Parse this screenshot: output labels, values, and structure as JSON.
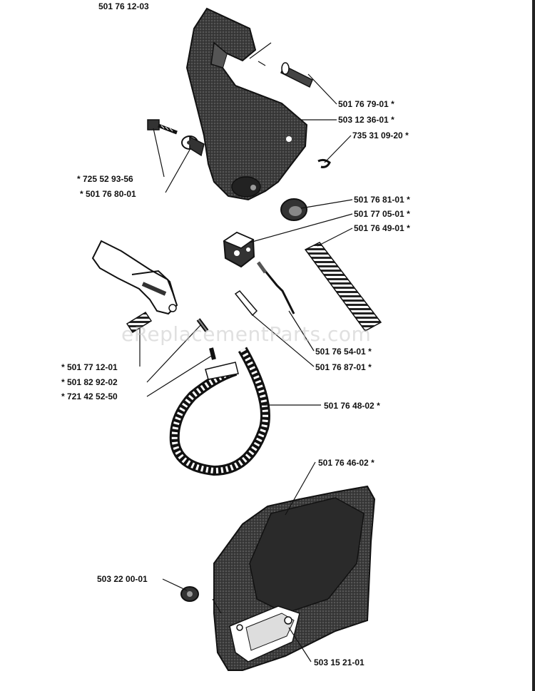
{
  "diagram": {
    "header_part": "501 76 12-03",
    "watermark": "eReplacementParts.com",
    "labels": {
      "p_501767901": "501 76 79-01  *",
      "p_503123601": "503 12 36-01  *",
      "p_735310920": "735 31 09-20  *",
      "p_725529356": "*  725 52 93-56",
      "p_501768001": "*  501 76 80-01",
      "p_501768101": "501 76 81-01  *",
      "p_501770501": "501 77 05-01  *",
      "p_501764901": "501 76 49-01  *",
      "p_501771201": "*  501 77 12-01",
      "p_501829202": "*  501 82 92-02",
      "p_721425250": "*  721 42 52-50",
      "p_501765401": "501 76 54-01  *",
      "p_501768701": "501 76 87-01  *",
      "p_501764802": "501 76 48-02  *",
      "p_501764602": "501 76 46-02  *",
      "p_503220001": "503 22 00-01",
      "p_503152101": "503 15 21-01"
    }
  }
}
